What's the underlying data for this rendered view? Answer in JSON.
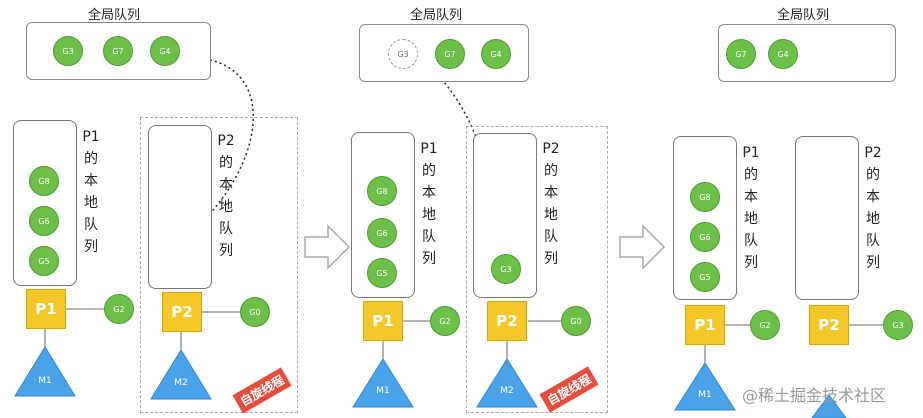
{
  "panels": [
    {
      "global_title": "全局队列",
      "global_queue": [
        "G3",
        "G7",
        "G4"
      ],
      "p1": {
        "label": "P1",
        "queue_label": [
          "P1",
          "的",
          "本",
          "地",
          "队",
          "列"
        ],
        "queue": [
          "G8",
          "G6",
          "G5"
        ],
        "running": "G2",
        "machine": "M1"
      },
      "p2": {
        "label": "P2",
        "queue_label": [
          "P2",
          "的",
          "本",
          "地",
          "队",
          "列"
        ],
        "queue": [],
        "running": "G0",
        "machine": "M2",
        "badge": "自旋线程"
      }
    },
    {
      "global_title": "全局队列",
      "global_queue": [
        "G3",
        "G7",
        "G4"
      ],
      "p1": {
        "label": "P1",
        "queue_label": [
          "P1",
          "的",
          "本",
          "地",
          "队",
          "列"
        ],
        "queue": [
          "G8",
          "G6",
          "G5"
        ],
        "running": "G2",
        "machine": "M1"
      },
      "p2": {
        "label": "P2",
        "queue_label": [
          "P2",
          "的",
          "本",
          "地",
          "队",
          "列"
        ],
        "queue": [
          "G3"
        ],
        "running": "G0",
        "machine": "M2",
        "badge": "自旋线程"
      }
    },
    {
      "global_title": "全局队列",
      "global_queue": [
        "G7",
        "G4"
      ],
      "p1": {
        "label": "P1",
        "queue_label": [
          "P1",
          "的",
          "本",
          "地",
          "队",
          "列"
        ],
        "queue": [
          "G8",
          "G6",
          "G5"
        ],
        "running": "G2",
        "machine": "M1"
      },
      "p2": {
        "label": "P2",
        "queue_label": [
          "P2",
          "的",
          "本",
          "地",
          "队",
          "列"
        ],
        "queue": [],
        "running": "G3",
        "machine": ""
      }
    }
  ],
  "colors": {
    "goroutine": "#6cc04a",
    "processor": "#f5c82a",
    "machine": "#4aa3e8",
    "badge": "#e74c3c"
  },
  "watermark": "@稀土掘金技术社区"
}
